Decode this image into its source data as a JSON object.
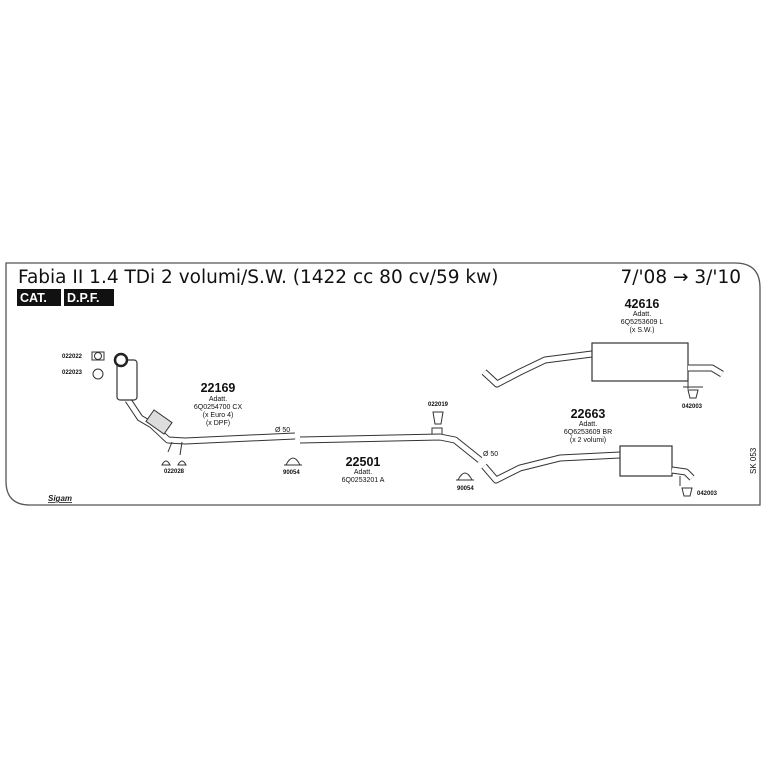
{
  "header": {
    "title": "Fabia II 1.4 TDi 2 volumi/S.W. (1422 cc 80 cv/59 kw)",
    "date_range": "7/'08 → 3/'10",
    "badges": [
      "CAT.",
      "D.P.F."
    ]
  },
  "parts": {
    "p22169": {
      "number": "22169",
      "lines": [
        "Adatt.",
        "6Q0254700 CX",
        "(x Euro 4)",
        "(x DPF)"
      ]
    },
    "p22501": {
      "number": "22501",
      "lines": [
        "Adatt.",
        "6Q0253201 A"
      ]
    },
    "p22663": {
      "number": "22663",
      "lines": [
        "Adatt.",
        "6Q6253609 BR",
        "(x 2 volumi)"
      ]
    },
    "p42616": {
      "number": "42616",
      "lines": [
        "Adatt.",
        "6Q5253609 L",
        "(x S.W.)"
      ]
    }
  },
  "fittings": {
    "f022022": "022022",
    "f022023": "022023",
    "f022028": "022028",
    "f90054_a": "90054",
    "f90054_b": "90054",
    "f022019": "022019",
    "f042003_a": "042003",
    "f042003_b": "042003"
  },
  "diameters": {
    "d1": "Ø 50",
    "d2": "Ø 50"
  },
  "footer": {
    "brand": "Sigam",
    "sheet_code": "SK 053"
  }
}
